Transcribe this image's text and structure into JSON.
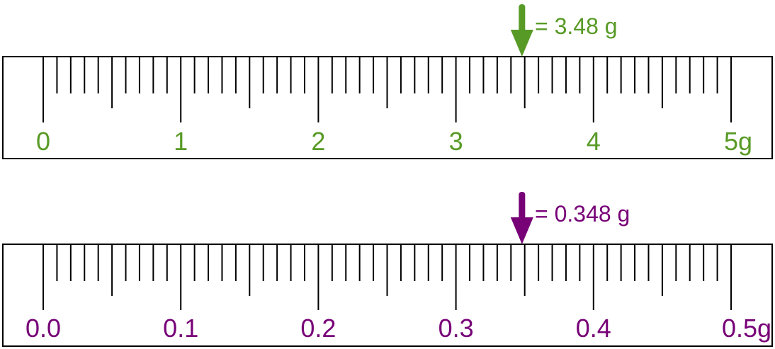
{
  "rulers": [
    {
      "name": "gram-ruler",
      "color": "#589a26",
      "labels": [
        "0",
        "1",
        "2",
        "3",
        "4",
        "5g"
      ],
      "range": [
        0,
        5
      ],
      "major_step": 1,
      "minor_divisions_per_major": 10,
      "pointer_value": 3.48,
      "reading": "= 3.48 g"
    },
    {
      "name": "decigram-ruler",
      "color": "#770077",
      "labels": [
        "0.0",
        "0.1",
        "0.2",
        "0.3",
        "0.4",
        "0.5g"
      ],
      "range": [
        0,
        0.5
      ],
      "major_step": 0.1,
      "minor_divisions_per_major": 10,
      "pointer_value": 0.348,
      "reading": "= 0.348 g"
    }
  ]
}
